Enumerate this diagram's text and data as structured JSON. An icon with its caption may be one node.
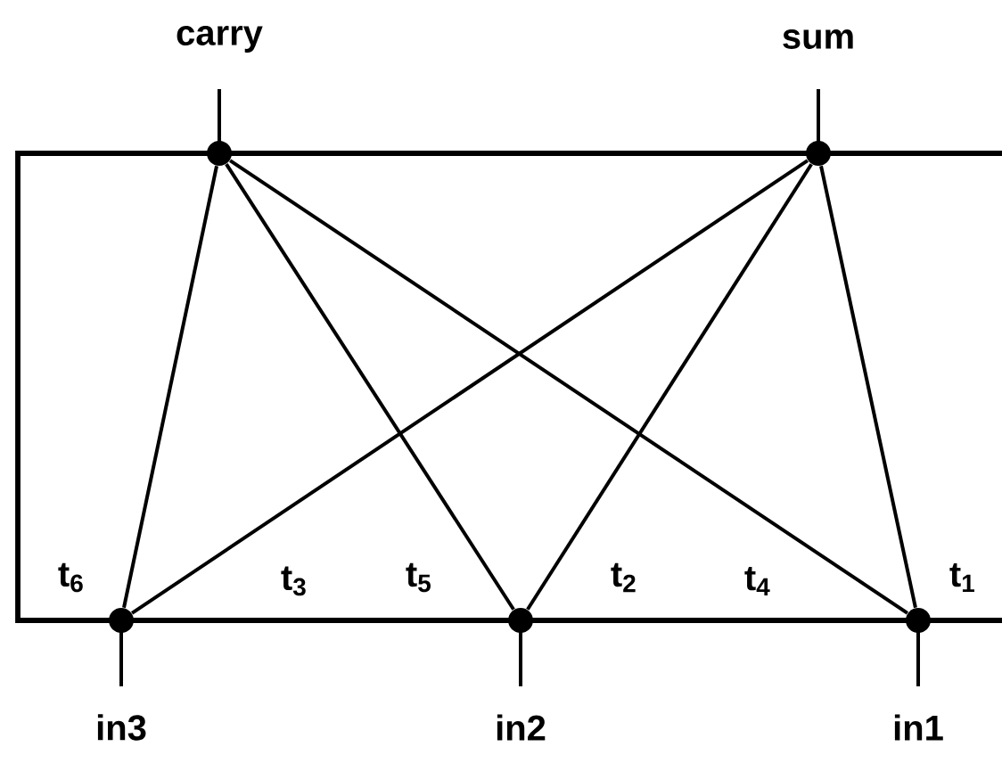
{
  "diagram": {
    "nodes": [
      {
        "text": [],
        "shape": "circle",
        "beside": [
          "carry"
        ]
      },
      {
        "text": [],
        "shape": "circle",
        "beside": [
          "sum"
        ]
      },
      {
        "text": [],
        "shape": "circle",
        "beside": [
          "in3"
        ]
      },
      {
        "text": [],
        "shape": "circle",
        "beside": [
          "in2"
        ]
      },
      {
        "text": [],
        "shape": "circle",
        "beside": [
          "in1"
        ]
      }
    ],
    "edges": [
      {
        "from": 0,
        "to": 2,
        "arrow": "none",
        "label": "t$_{6}$"
      },
      {
        "from": 1,
        "to": 2,
        "arrow": "none",
        "label": "t$_{3}$"
      },
      {
        "from": 0,
        "to": 3,
        "arrow": "none",
        "label": "t$_{5}$"
      },
      {
        "from": 1,
        "to": 3,
        "arrow": "none",
        "label": "t$_{2}$"
      },
      {
        "from": 0,
        "to": 4,
        "arrow": "none",
        "label": "t$_{4}$"
      },
      {
        "from": 1,
        "to": 4,
        "arrow": "none",
        "label": "t$_{1}$"
      }
    ]
  }
}
